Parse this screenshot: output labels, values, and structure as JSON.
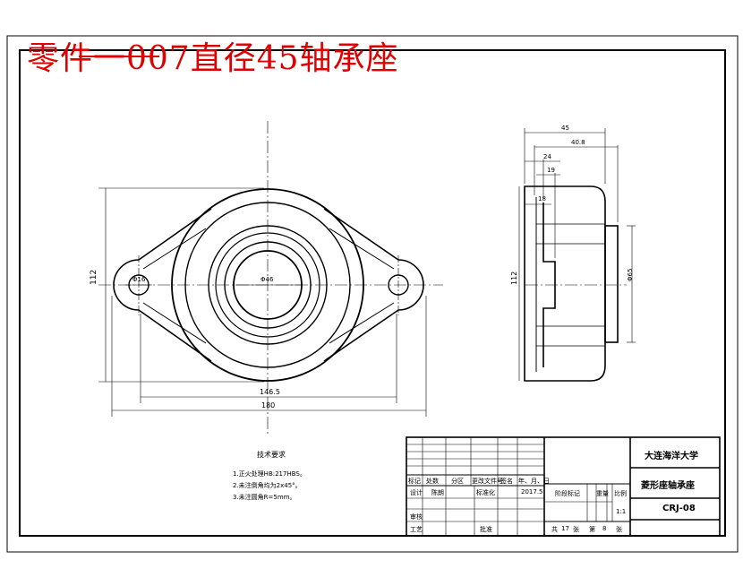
{
  "banner": {
    "title": "零件一007直径45轴承座",
    "color": "#e00000"
  },
  "dims": {
    "front_height": "112",
    "front_hole": "Φ16",
    "front_bore": "Φ46",
    "front_hole_span": "146.5",
    "front_width": "180",
    "side_45": "45",
    "side_40_8": "40.8",
    "side_24": "24",
    "side_19": "19",
    "side_18": "18",
    "side_height": "112",
    "side_dia": "Φ65"
  },
  "tech": {
    "heading": "技术要求",
    "lines": [
      "1.正火处理HB:217HBS。",
      "2.未注倒角均为2x45°。",
      "3.未注圆角R=5mm。"
    ]
  },
  "titleblock": {
    "school": "大连海洋大学",
    "part_name": "菱形座轴承座",
    "drawing_no": "CRJ-08",
    "scale_value": "1:1",
    "hdr_labels": [
      "标记",
      "处数",
      "分区",
      "更改文件号",
      "签名",
      "年、月、日"
    ],
    "design_label": "设计",
    "designer": "陈朗",
    "std_label": "标准化",
    "date": "2017.5",
    "review_label": "审核",
    "process_label": "工艺",
    "approve_label": "批准",
    "stage_label": "阶段标记",
    "weight_label": "重量",
    "scale_label": "比例",
    "sheets_total_label": "共",
    "sheets_total": "17",
    "sheets_unit1": "张",
    "sheet_label": "第",
    "sheet_no": "8",
    "sheets_unit2": "张"
  }
}
